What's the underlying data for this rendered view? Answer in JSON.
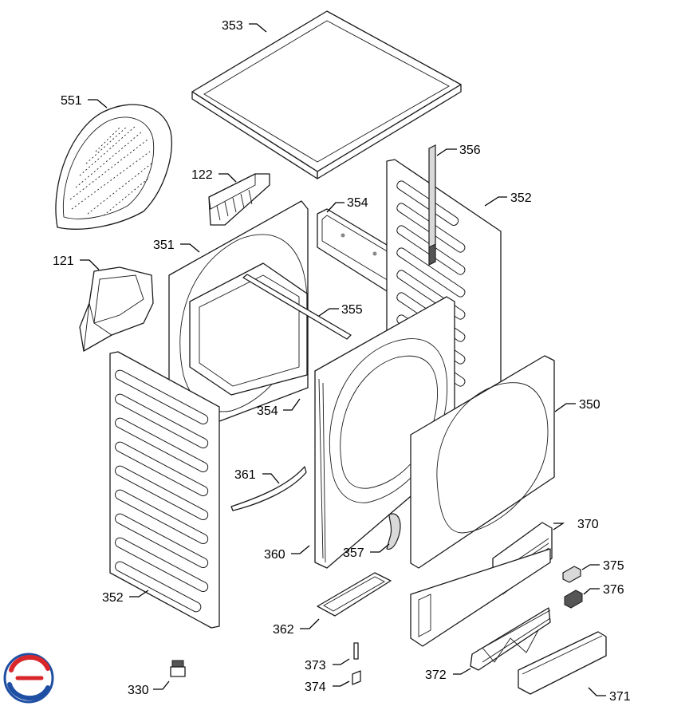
{
  "parts": {
    "p353": "353",
    "p551": "551",
    "p122": "122",
    "p356": "356",
    "p354_top": "354",
    "p352_right": "352",
    "p351": "351",
    "p121": "121",
    "p355": "355",
    "p350": "350",
    "p354_bottom": "354",
    "p361": "361",
    "p370": "370",
    "p360": "360",
    "p357": "357",
    "p375": "375",
    "p352_left": "352",
    "p376": "376",
    "p362": "362",
    "p373": "373",
    "p372": "372",
    "p374": "374",
    "p330": "330",
    "p371": "371"
  },
  "colors": {
    "line": "#1a1a1a",
    "background": "#ffffff",
    "logo_red": "#d9262b",
    "logo_blue": "#1f4fa3"
  },
  "logo": {
    "icon": "brand-logo-icon"
  }
}
